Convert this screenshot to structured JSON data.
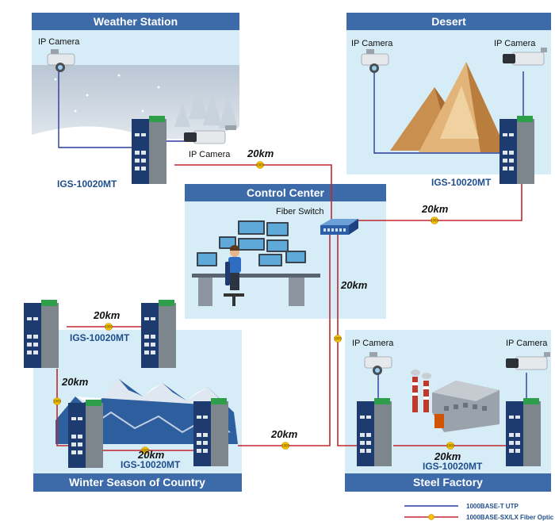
{
  "panels": {
    "weather": {
      "title": "Weather Station"
    },
    "desert": {
      "title": "Desert"
    },
    "control": {
      "title": "Control Center"
    },
    "winter": {
      "title": "Winter Season of Country"
    },
    "steel": {
      "title": "Steel Factory"
    }
  },
  "devices": {
    "weather_camera_top": "IP Camera",
    "weather_camera_side": "IP Camera",
    "desert_camera_left": "IP Camera",
    "desert_camera_right": "IP Camera",
    "steel_camera_left": "IP Camera",
    "steel_camera_right": "IP Camera",
    "fiber_switch": "Fiber Switch",
    "model": "IGS-10020MT"
  },
  "links": {
    "weather_control": "20km",
    "control_desert": "20km",
    "control_steel": "20km",
    "winter_top": "20km",
    "winter_left": "20km",
    "winter_bottom": "20km",
    "winter_control": "20km",
    "steel_bottom": "20km",
    "badge": "1000"
  },
  "legend": {
    "utp": "1000BASE-T UTP",
    "fiber": "1000BASE-SX/LX Fiber Optic"
  },
  "colors": {
    "panel_header": "#3d6aa8",
    "panel_bg": "#d6ecf7",
    "utp_line": "#2a3a9a",
    "fiber_line": "#c0282e",
    "badge": "#f2c200"
  }
}
